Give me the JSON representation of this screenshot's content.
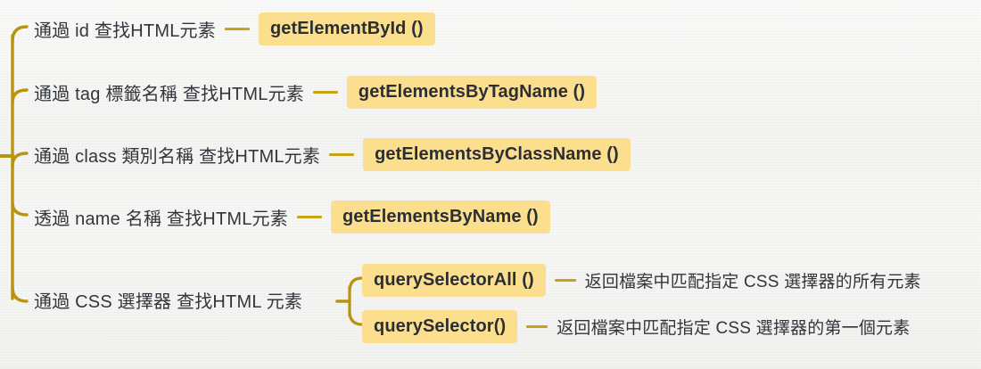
{
  "diagram": {
    "type": "mindmap",
    "title_visible": false,
    "colors": {
      "background": "#f6f6f4",
      "chip_fill": "#fbdf8e",
      "connector": "#c8a415",
      "bracket": "#b8950f",
      "text": "#32363c"
    },
    "branches": [
      {
        "id": "by-id",
        "label": "通過 id 查找HTML元素",
        "method": "getElementById ()",
        "children": []
      },
      {
        "id": "by-tag",
        "label": "通過 tag 標籤名稱 查找HTML元素",
        "method": "getElementsByTagName ()",
        "children": []
      },
      {
        "id": "by-class",
        "label": "通過 class 類別名稱 查找HTML元素",
        "method": "getElementsByClassName ()",
        "children": []
      },
      {
        "id": "by-name",
        "label": "透過 name 名稱 查找HTML元素",
        "method": "getElementsByName ()",
        "children": []
      },
      {
        "id": "by-css-selector",
        "label": "通過 CSS 選擇器 查找HTML 元素",
        "method": null,
        "children": [
          {
            "id": "query-selector-all",
            "method": "querySelectorAll ()",
            "description": "返回檔案中匹配指定 CSS 選擇器的所有元素"
          },
          {
            "id": "query-selector",
            "method": "querySelector()",
            "description": "返回檔案中匹配指定 CSS 選擇器的第一個元素"
          }
        ]
      }
    ]
  }
}
